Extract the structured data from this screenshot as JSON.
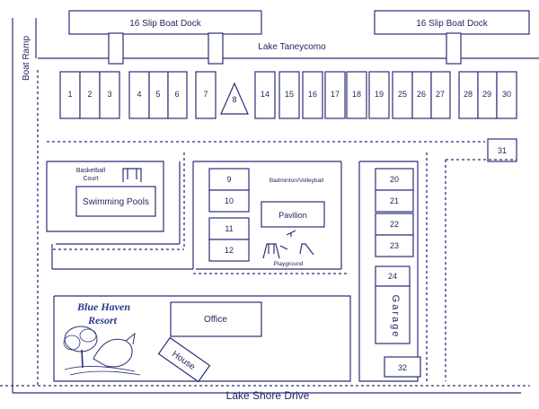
{
  "map": {
    "lake": "Lake Taneycomo",
    "road": "Lake Shore Drive",
    "boat_ramp": "Boat Ramp",
    "dock_left": "16 Slip Boat Dock",
    "dock_right": "16 Slip Boat Dock",
    "basketball": [
      "Basketball",
      "Court"
    ],
    "pools": "Swimming Pools",
    "badminton": "Badminton/Volleyball",
    "pavilion": "Pavilion",
    "playground": "Playground",
    "office": "Office",
    "house": "House",
    "garage": "Garage",
    "logo": [
      "Blue Haven",
      "Resort"
    ],
    "cabins": {
      "c1": "1",
      "c2": "2",
      "c3": "3",
      "c4": "4",
      "c5": "5",
      "c6": "6",
      "c7": "7",
      "c8": "8",
      "c14": "14",
      "c15": "15",
      "c16": "16",
      "c17": "17",
      "c18": "18",
      "c19": "19",
      "c25": "25",
      "c26": "26",
      "c27": "27",
      "c28": "28",
      "c29": "29",
      "c30": "30",
      "c31": "31",
      "c9": "9",
      "c10": "10",
      "c11": "11",
      "c12": "12",
      "c20": "20",
      "c21": "21",
      "c22": "22",
      "c23": "23",
      "c24": "24",
      "c32": "32"
    }
  },
  "colors": {
    "ink": "#2b2f78",
    "background": "#ffffff"
  }
}
